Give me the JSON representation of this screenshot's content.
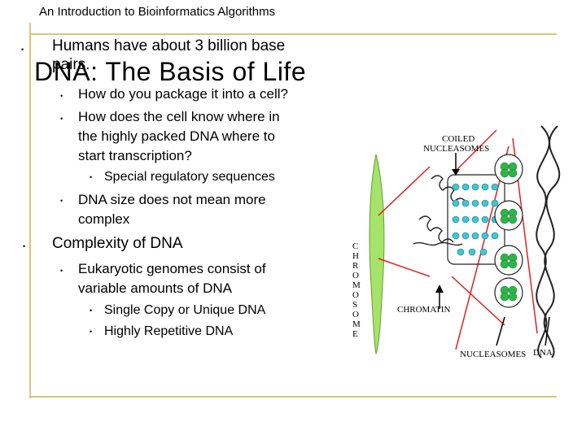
{
  "header": {
    "text": "An Introduction to Bioinformatics Algorithms"
  },
  "slide": {
    "title": "DNA: The Basis of Life",
    "bullets": {
      "b1_line1": "Humans have about 3 billion base",
      "b1_line2": "pairs.",
      "b1_sub1": "How do you package it into a cell?",
      "b1_sub2_l1": "How does the cell know where in",
      "b1_sub2_l2": "the highly packed DNA where to",
      "b1_sub2_l3": "start transcription?",
      "b1_sub2_sub1": "Special regulatory sequences",
      "b1_sub3_l1": "DNA size does not mean more",
      "b1_sub3_l2": "complex",
      "b2": "Complexity of DNA",
      "b2_sub1_l1": "Eukaryotic genomes consist of",
      "b2_sub1_l2": "variable amounts of DNA",
      "b2_sub1_sub1": "Single Copy or Unique DNA",
      "b2_sub1_sub2": "Highly Repetitive DNA"
    }
  },
  "figure": {
    "coiled_l1": "COILED",
    "coiled_l2": "NUCLEASOMES",
    "chromosome_letters": [
      "C",
      "H",
      "R",
      "O",
      "M",
      "O",
      "S",
      "O",
      "M",
      "E"
    ],
    "chromatin": "CHROMATIN",
    "nucleasomes": "NUCLEASOMES",
    "dna": "DNA"
  },
  "colors": {
    "accent_line": "#d4c77a",
    "chromosome_green": "#a6e36a",
    "red_lines": "#e02020",
    "nucleosome_green": "#2fb34a",
    "coil_cyan": "#3fc7d6"
  }
}
